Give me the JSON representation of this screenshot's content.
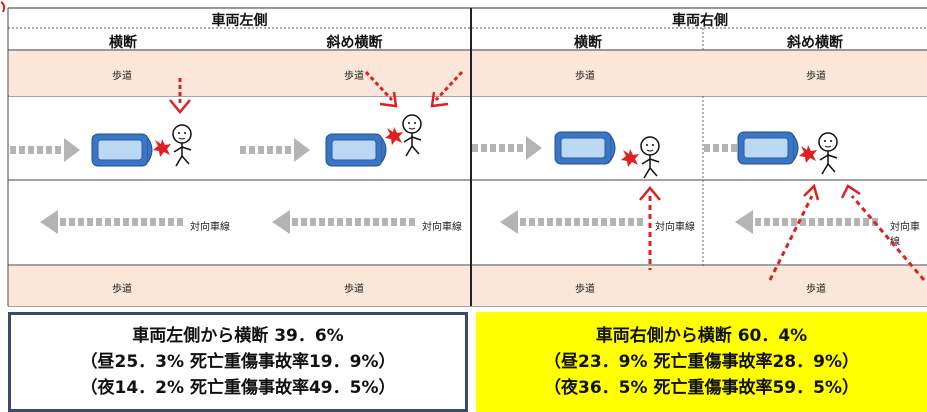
{
  "headers": {
    "left_side": "車両左側",
    "right_side": "車両右側",
    "left_cross": "横断",
    "left_diagonal": "斜め横断",
    "right_cross": "横断",
    "right_diagonal": "斜め横断"
  },
  "labels": {
    "sidewalk": "歩道",
    "oncoming_lane": "対向車線"
  },
  "colors": {
    "sidewalk": "#fbe7da",
    "car_body": "#3a76c4",
    "car_window": "#bcd7f2",
    "impact": "#e02020",
    "arrow_red": "#e02020",
    "arrow_gray": "#b4b4b4",
    "highlight_box": "#ffff00",
    "box_border": "#3b4a6b"
  },
  "summary_left": {
    "title": "車両左側から横断 39．6%",
    "day": "（昼25．3% 死亡重傷事故率19．9%）",
    "night": "（夜14．2% 死亡重傷事故率49．5%）"
  },
  "summary_right": {
    "title": "車両右側から横断 60．4%",
    "day": "（昼23．9% 死亡重傷事故率28．9%）",
    "night": "（夜36．5% 死亡重傷事故率59．5%）"
  }
}
